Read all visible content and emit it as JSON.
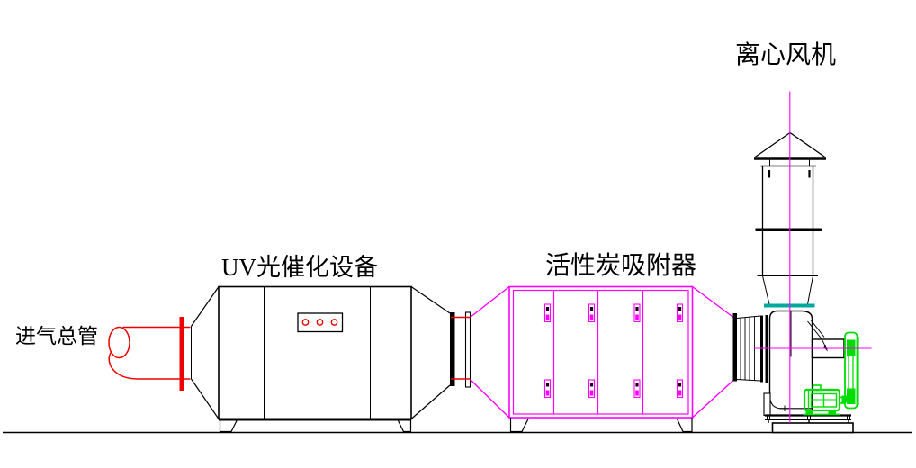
{
  "drawing": {
    "labels": {
      "intake_pipe": "进气总管",
      "uv_unit": "UV光催化设备",
      "carbon_adsorber": "活性炭吸附器",
      "centrifugal_fan": "离心风机"
    },
    "colors": {
      "line": "#000000",
      "accent_red": "#ee0000",
      "accent_magenta": "#ff00ff",
      "accent_green": "#00dd00",
      "accent_teal": "#00a8a0",
      "background": "#ffffff"
    }
  }
}
